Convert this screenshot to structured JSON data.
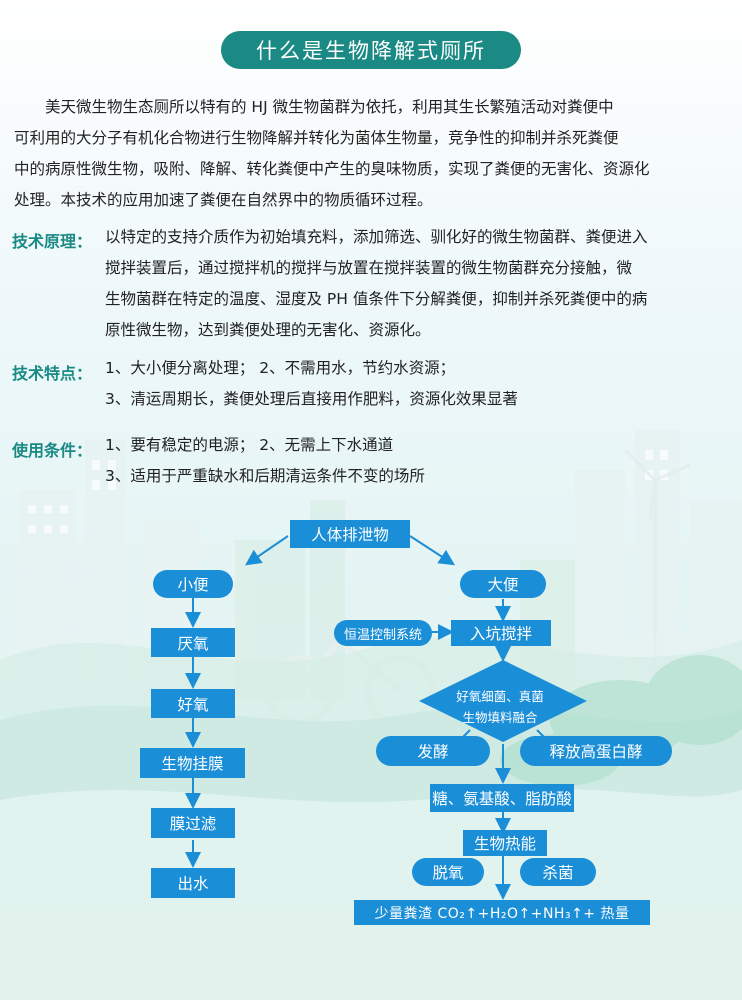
{
  "title": "什么是生物降解式厕所",
  "intro_lines": [
    "美天微生物生态厕所以特有的 HJ 微生物菌群为依托，利用其生长繁殖活动对粪便中",
    "可利用的大分子有机化合物进行生物降解并转化为菌体生物量，竞争性的抑制并杀死粪便",
    "中的病原性微生物，吸附、降解、转化粪便中产生的臭味物质，实现了粪便的无害化、资源化",
    "处理。本技术的应用加速了粪便在自然界中的物质循环过程。"
  ],
  "sections": {
    "principle": {
      "label": "技术原理：",
      "lines": [
        "以特定的支持介质作为初始填充料，添加筛选、驯化好的微生物菌群、粪便进入",
        "搅拌装置后，通过搅拌机的搅拌与放置在搅拌装置的微生物菌群充分接触，微",
        "生物菌群在特定的温度、湿度及 PH 值条件下分解粪便，抑制并杀死粪便中的病",
        "原性微生物，达到粪便处理的无害化、资源化。"
      ]
    },
    "features": {
      "label": "技术特点：",
      "lines": [
        "1、大小便分离处理；  2、不需用水，节约水资源；",
        "3、清运周期长，粪便处理后直接用作肥料，资源化效果显著"
      ]
    },
    "conditions": {
      "label": "使用条件：",
      "lines": [
        "1、要有稳定的电源；  2、无需上下水通道",
        "3、适用于严重缺水和后期清运条件不变的场所"
      ]
    }
  },
  "flow": {
    "top": "人体排泄物",
    "urine": "小便",
    "feces": "大便",
    "urine_steps": [
      "厌氧",
      "好氧",
      "生物挂膜",
      "膜过滤",
      "出水"
    ],
    "temp_control": "恒温控制系统",
    "stir": "入坑搅拌",
    "diamond_lines": [
      "好氧细菌、真菌",
      "生物填料融合"
    ],
    "ferment": "发酵",
    "enzyme": "释放高蛋白酵",
    "products": "糖、氨基酸、脂肪酸",
    "bio_heat": "生物热能",
    "deodor": "脱氧",
    "sterilize": "杀菌",
    "final": "少量粪渣 CO₂↑+H₂O↑+NH₃↑+ 热量"
  },
  "colors": {
    "title_bg": "#1b8a84",
    "section_label": "#1a8a84",
    "flow_box": "#1b8ed8",
    "background_scene": "#8fd1c8"
  }
}
